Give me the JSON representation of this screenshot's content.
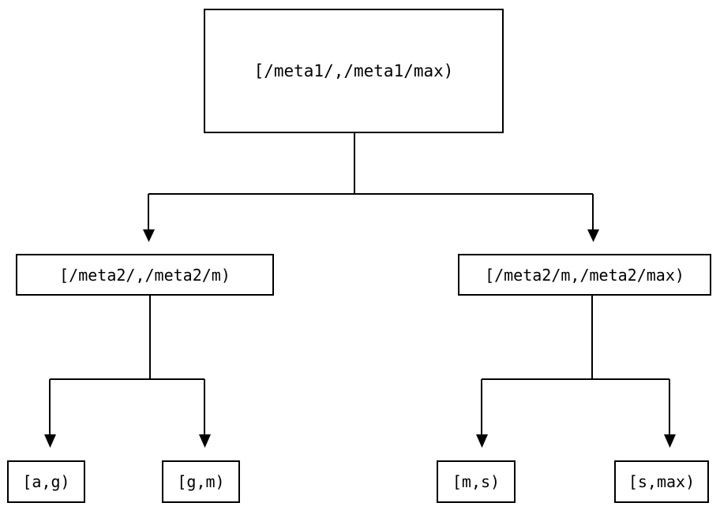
{
  "diagram": {
    "type": "tree",
    "title": "",
    "background_color": "#ffffff",
    "line_color": "#000000",
    "text_color": "#000000",
    "nodes": {
      "root": {
        "label": "[/meta1/,/meta1/max)"
      },
      "level2": [
        {
          "label": "[/meta2/,/meta2/m)"
        },
        {
          "label": "[/meta2/m,/meta2/max)"
        }
      ],
      "leaves": [
        {
          "label": "[a,g)"
        },
        {
          "label": "[g,m)"
        },
        {
          "label": "[m,s)"
        },
        {
          "label": "[s,max)"
        }
      ]
    },
    "edges": [
      {
        "from": "root",
        "to": "level2.0",
        "arrow": "down"
      },
      {
        "from": "root",
        "to": "level2.1",
        "arrow": "down"
      },
      {
        "from": "level2.0",
        "to": "leaves.0",
        "arrow": "down"
      },
      {
        "from": "level2.0",
        "to": "leaves.1",
        "arrow": "down"
      },
      {
        "from": "level2.1",
        "to": "leaves.2",
        "arrow": "down"
      },
      {
        "from": "level2.1",
        "to": "leaves.3",
        "arrow": "down"
      }
    ]
  }
}
